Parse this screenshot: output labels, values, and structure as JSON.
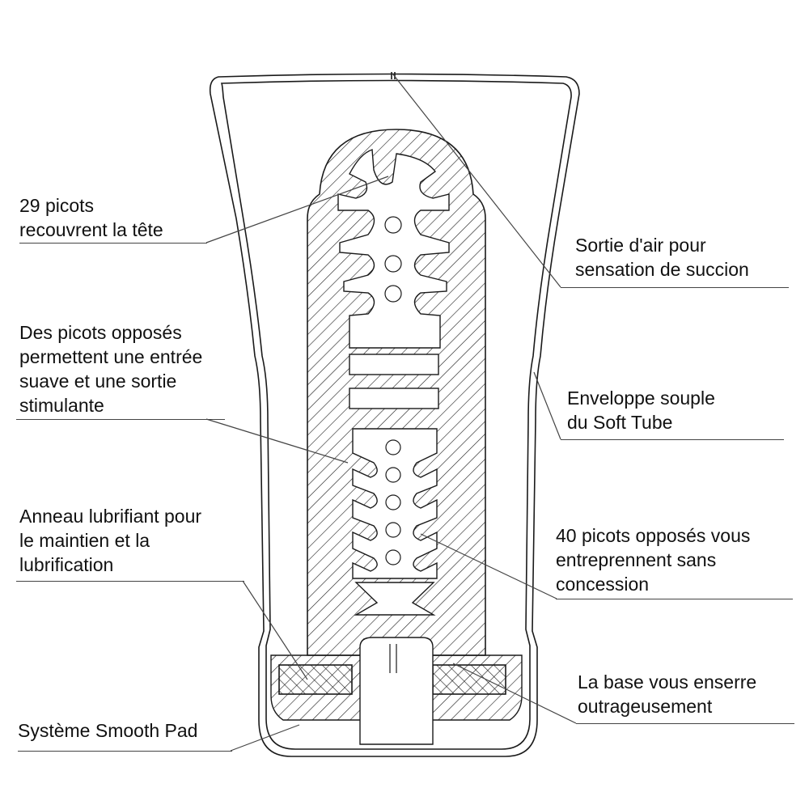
{
  "diagram": {
    "subject": "Soft Tube cup cross-section",
    "colors": {
      "stroke": "#1a1a1a",
      "leader": "#444444",
      "background": "#ffffff"
    },
    "callouts": [
      {
        "id": "head-nubs",
        "side": "left",
        "lines": [
          "29 picots",
          "recouvrent la tête"
        ]
      },
      {
        "id": "opposed-nubs",
        "side": "left",
        "lines": [
          "Des picots opposés",
          "permettent une entrée",
          "suave et une sortie",
          "stimulante"
        ]
      },
      {
        "id": "lube-ring",
        "side": "left",
        "lines": [
          "Anneau lubrifiant pour",
          "le maintien et la",
          "lubrification"
        ]
      },
      {
        "id": "smooth-pad",
        "side": "left",
        "lines": [
          "Système Smooth Pad"
        ]
      },
      {
        "id": "air-vent",
        "side": "right",
        "lines": [
          "Sortie d'air pour",
          "sensation de succion"
        ]
      },
      {
        "id": "soft-shell",
        "side": "right",
        "lines": [
          "Enveloppe souple",
          "du Soft Tube"
        ]
      },
      {
        "id": "forty-nubs",
        "side": "right",
        "lines": [
          "40 picots opposés vous",
          "entreprennent sans",
          "concession"
        ]
      },
      {
        "id": "base",
        "side": "right",
        "lines": [
          "La base vous enserre",
          "outrageusement"
        ]
      }
    ]
  }
}
